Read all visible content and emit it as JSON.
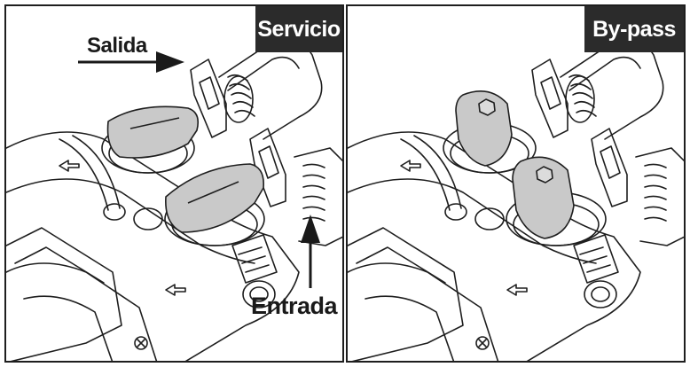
{
  "panels": {
    "left": {
      "tag": "Servicio"
    },
    "right": {
      "tag": "By-pass"
    }
  },
  "callouts": {
    "outlet": "Salida",
    "inlet": "Entrada"
  },
  "colors": {
    "knob_fill": "#c9c9c9",
    "tag_bg": "#2b2b2b",
    "line": "#1e1e1e"
  }
}
